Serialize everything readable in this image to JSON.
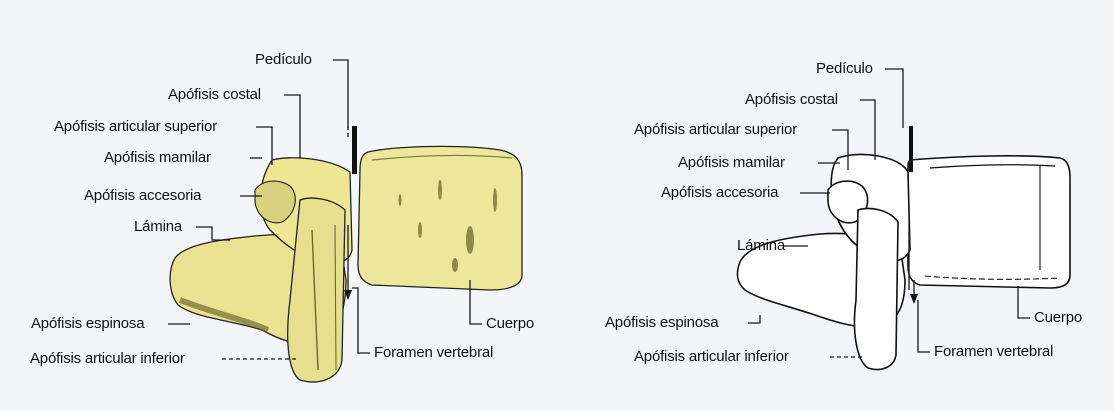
{
  "left_diagram": {
    "labels": {
      "pediculo": "Pedículo",
      "apofisis_costal": "Apófisis costal",
      "apofisis_articular_superior": "Apófisis articular superior",
      "apofisis_mamilar": "Apófisis mamilar",
      "apofisis_accesoria": "Apófisis accesoria",
      "lamina": "Lámina",
      "apofisis_espinosa": "Apófisis espinosa",
      "apofisis_articular_inferior": "Apófisis articular inferior",
      "foramen_vertebral": "Foramen vertebral",
      "cuerpo": "Cuerpo"
    }
  },
  "right_diagram": {
    "labels": {
      "pediculo": "Pedículo",
      "apofisis_costal": "Apófisis costal",
      "apofisis_articular_superior": "Apófisis articular superior",
      "apofisis_mamilar": "Apófisis mamilar",
      "apofisis_accesoria": "Apófisis accesoria",
      "lamina": "Lámina",
      "apofisis_espinosa": "Apófisis espinosa",
      "apofisis_articular_inferior": "Apófisis articular inferior",
      "foramen_vertebral": "Foramen vertebral",
      "cuerpo": "Cuerpo"
    }
  },
  "colors": {
    "bone_fill": "#ece79a",
    "bone_shadow": "#6e6a2a",
    "outline": "#111111",
    "background": "#f4f5f8"
  }
}
